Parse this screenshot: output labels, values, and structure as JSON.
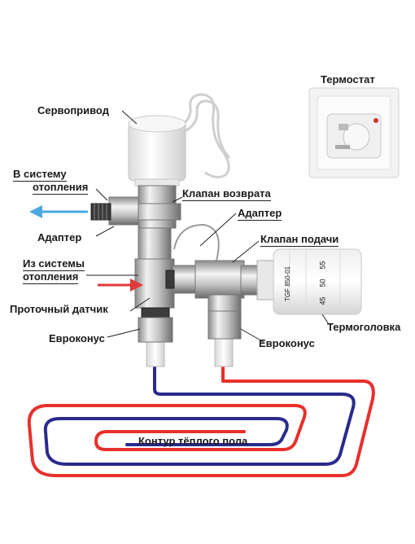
{
  "labels": {
    "servo": "Сервопривод",
    "to_heating_1": "В систему",
    "to_heating_2": "отопления",
    "adapter_left": "Адаптер",
    "return_valve": "Клапан возврата",
    "adapter_right": "Адаптер",
    "supply_valve": "Клапан подачи",
    "from_heating_1": "Из системы",
    "from_heating_2": "отопления",
    "flow_sensor": "Проточный датчик",
    "euroconus_left": "Евроконус",
    "euroconus_right": "Евроконус",
    "thermo_head": "Термоголовка",
    "thermostat": "Термостат",
    "floor_loop": "Контур тёплого пола"
  },
  "thermo_head_scale": {
    "brand": "TGF 850-01",
    "marks": [
      "55",
      "50",
      "45"
    ]
  },
  "colors": {
    "hot_pipe": "#e8302c",
    "cold_pipe": "#2a2a8c",
    "outflow_arrow": "#4aa8e0",
    "inflow_arrow": "#e03a3a",
    "brass": "#c8c8c8"
  }
}
